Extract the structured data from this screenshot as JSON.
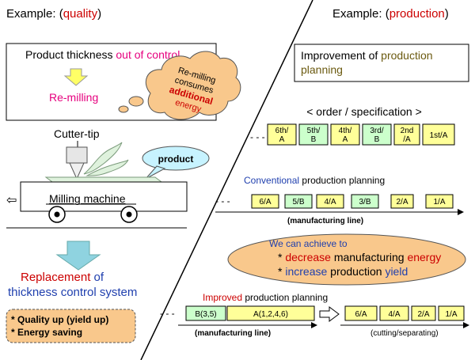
{
  "left": {
    "example_prefix": "Example: (",
    "example_word": "quality",
    "example_suffix": ")",
    "problem_text_a": "Product thickness ",
    "problem_text_b": "out of control",
    "remilling": "Re-milling",
    "cloud_line1": "Re-milling",
    "cloud_line2": "consumes",
    "cloud_line3": "additional",
    "cloud_line4": "energy",
    "cutter_tip": "Cutter-tip",
    "product_label": "product",
    "machine_label": "Milling machine",
    "direction_arrow": "⇦",
    "replacement_a": "Replacement",
    "replacement_b": " of",
    "replacement_line2": "thickness control system",
    "benefit1": "* Quality up (yield up)",
    "benefit2": "* Energy saving"
  },
  "right": {
    "example_prefix": "Example: (",
    "example_word": "production",
    "example_suffix": ")",
    "improvement_a": "Improvement of ",
    "improvement_b": "production",
    "improvement_line2": "planning",
    "order_title": "< order / specification >",
    "order_dash": "- - -",
    "orders": [
      {
        "l1": "6th/",
        "l2": "A",
        "color": "#ffff99"
      },
      {
        "l1": "5th/",
        "l2": "B",
        "color": "#ccffcc"
      },
      {
        "l1": "4th/",
        "l2": "A",
        "color": "#ffff99"
      },
      {
        "l1": "3rd/",
        "l2": "B",
        "color": "#ccffcc"
      },
      {
        "l1": "2nd",
        "l2": "/A",
        "color": "#ffff99"
      },
      {
        "l1": "1st/A",
        "l2": "",
        "color": "#ffff99"
      }
    ],
    "conventional_a": "Conventional",
    "conventional_b": " production planning",
    "conventional_dash": "- - -",
    "conventional_items": [
      {
        "label": "6/A",
        "color": "#ffff99"
      },
      {
        "label": "5/B",
        "color": "#ccffcc"
      },
      {
        "label": "4/A",
        "color": "#ffff99"
      },
      {
        "label": "3/B",
        "color": "#ccffcc"
      },
      {
        "label": "2/A",
        "color": "#ffff99"
      },
      {
        "label": "1/A",
        "color": "#ffff99"
      }
    ],
    "conventional_line_label": "(manufacturing line)",
    "achieve_title": "We can achieve to",
    "achieve1_a": "* ",
    "achieve1_b": "decrease",
    "achieve1_c": " manufacturing ",
    "achieve1_d": "energy",
    "achieve2_a": "* ",
    "achieve2_b": "increase",
    "achieve2_c": " production ",
    "achieve2_d": "yield",
    "improved_a": "Improved",
    "improved_b": " production planning",
    "improved_dash": "- - -",
    "improved_b_item": "B(3,5)",
    "improved_a_item": "A(1,2,4,6)",
    "improved_line_label": "(manufacturing line)",
    "cut_items": [
      "6/A",
      "4/A",
      "2/A",
      "1/A"
    ],
    "cut_label": "(cutting/separating)"
  },
  "colors": {
    "red": "#cc0000",
    "magenta": "#e6007e",
    "blue": "#1f3fae",
    "olive": "#6b5a10",
    "yellow_box": "#ffff99",
    "green_box": "#ccffcc",
    "orange": "#f9c88c",
    "cyan_bubble": "#c7f3ff",
    "teal_arrow": "#8fd3e0"
  }
}
